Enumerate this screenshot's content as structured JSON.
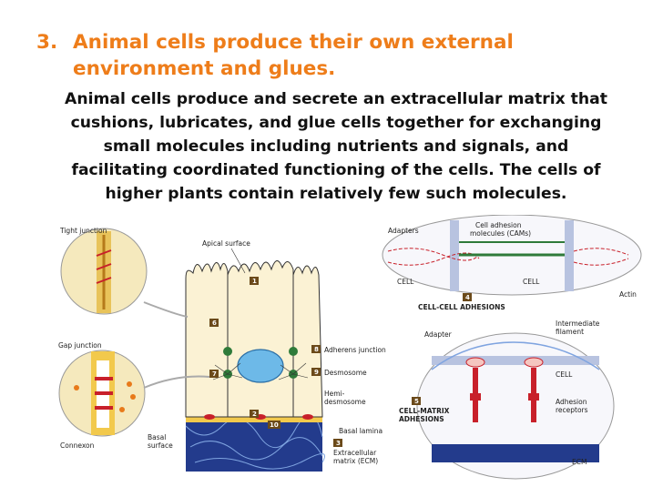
{
  "heading": {
    "number": "3.",
    "line1": "Animal cells produce their own external",
    "line2": "environment and glues."
  },
  "body": {
    "lines": [
      "Animal cells produce and secrete an extracellular matrix  that",
      "cushions, lubricates, and glue cells together for exchanging",
      "small molecules including nutrients and signals, and",
      "facilitating coordinated functioning of the cells.  The cells of",
      "higher plants contain relatively few such molecules."
    ]
  },
  "figure": {
    "labels": {
      "tight_junction": "Tight junction",
      "apical_surface": "Apical surface",
      "gap_junction": "Gap junction",
      "adherens_junction": "Adherens junction",
      "desmosome": "Desmosome",
      "hemi1": "Hemi-",
      "hemi2": "desmosome",
      "basal_lamina": "Basal lamina",
      "ecm1": "Extracellular",
      "ecm2": "matrix (ECM)",
      "connexon": "Connexon",
      "basal1": "Basal",
      "basal2": "surface",
      "adapters": "Adapters",
      "cam1": "Cell adhesion",
      "cam2": "molecules (CAMs)",
      "cell_left": "CELL",
      "cell_right": "CELL",
      "actin": "Actin",
      "cell_cell": "CELL-CELL ADHESIONS",
      "adapter": "Adapter",
      "intermediate1": "Intermediate",
      "intermediate2": "filament",
      "cell_matrix1": "CELL-MATRIX",
      "cell_matrix2": "ADHESIONS",
      "cell_lower": "CELL",
      "adhesion1": "Adhesion",
      "adhesion2": "receptors",
      "ecm_lower": "ECM"
    },
    "badges": [
      "1",
      "2",
      "3",
      "4",
      "5",
      "6",
      "7",
      "8",
      "9",
      "10"
    ]
  },
  "colors": {
    "heading": "#ee7d1a",
    "cell_fill": "#fbf2d4",
    "nucleus": "#6db9e8",
    "ecm_blue": "#1f3a93",
    "badge": "#6b4a1a",
    "junction_red": "#c8202a"
  }
}
